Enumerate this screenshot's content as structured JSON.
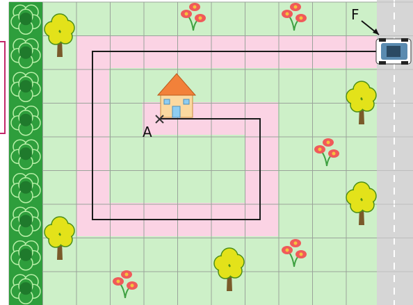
{
  "labels": {
    "start": "A",
    "finish": "F"
  },
  "colors": {
    "grass": "#cdf0c8",
    "grid": "#9aa39a",
    "path": "#fbd3e4",
    "route": "#1a1a1a",
    "hedge": "#2e9e3c",
    "hedge_dark": "#1f7a2c",
    "road": "#d6d6d6",
    "road_line": "#ffffff",
    "tree_leaf": "#e3e21a",
    "tree_outline": "#4e8f18",
    "trunk": "#7a5a2a",
    "flower": "#f05a5a",
    "flower_center": "#f6c23e",
    "stem": "#3fa142",
    "roof": "#f2813a",
    "house_wall": "#fbd9a0",
    "window": "#8ecdf2",
    "bracket": "#c2276a"
  },
  "grid": {
    "columns": 11,
    "rows": 9
  },
  "icons": [
    "tree-icon",
    "flower-icon",
    "house-icon",
    "car-icon",
    "hedge-icon",
    "road",
    "start-cross-icon"
  ]
}
